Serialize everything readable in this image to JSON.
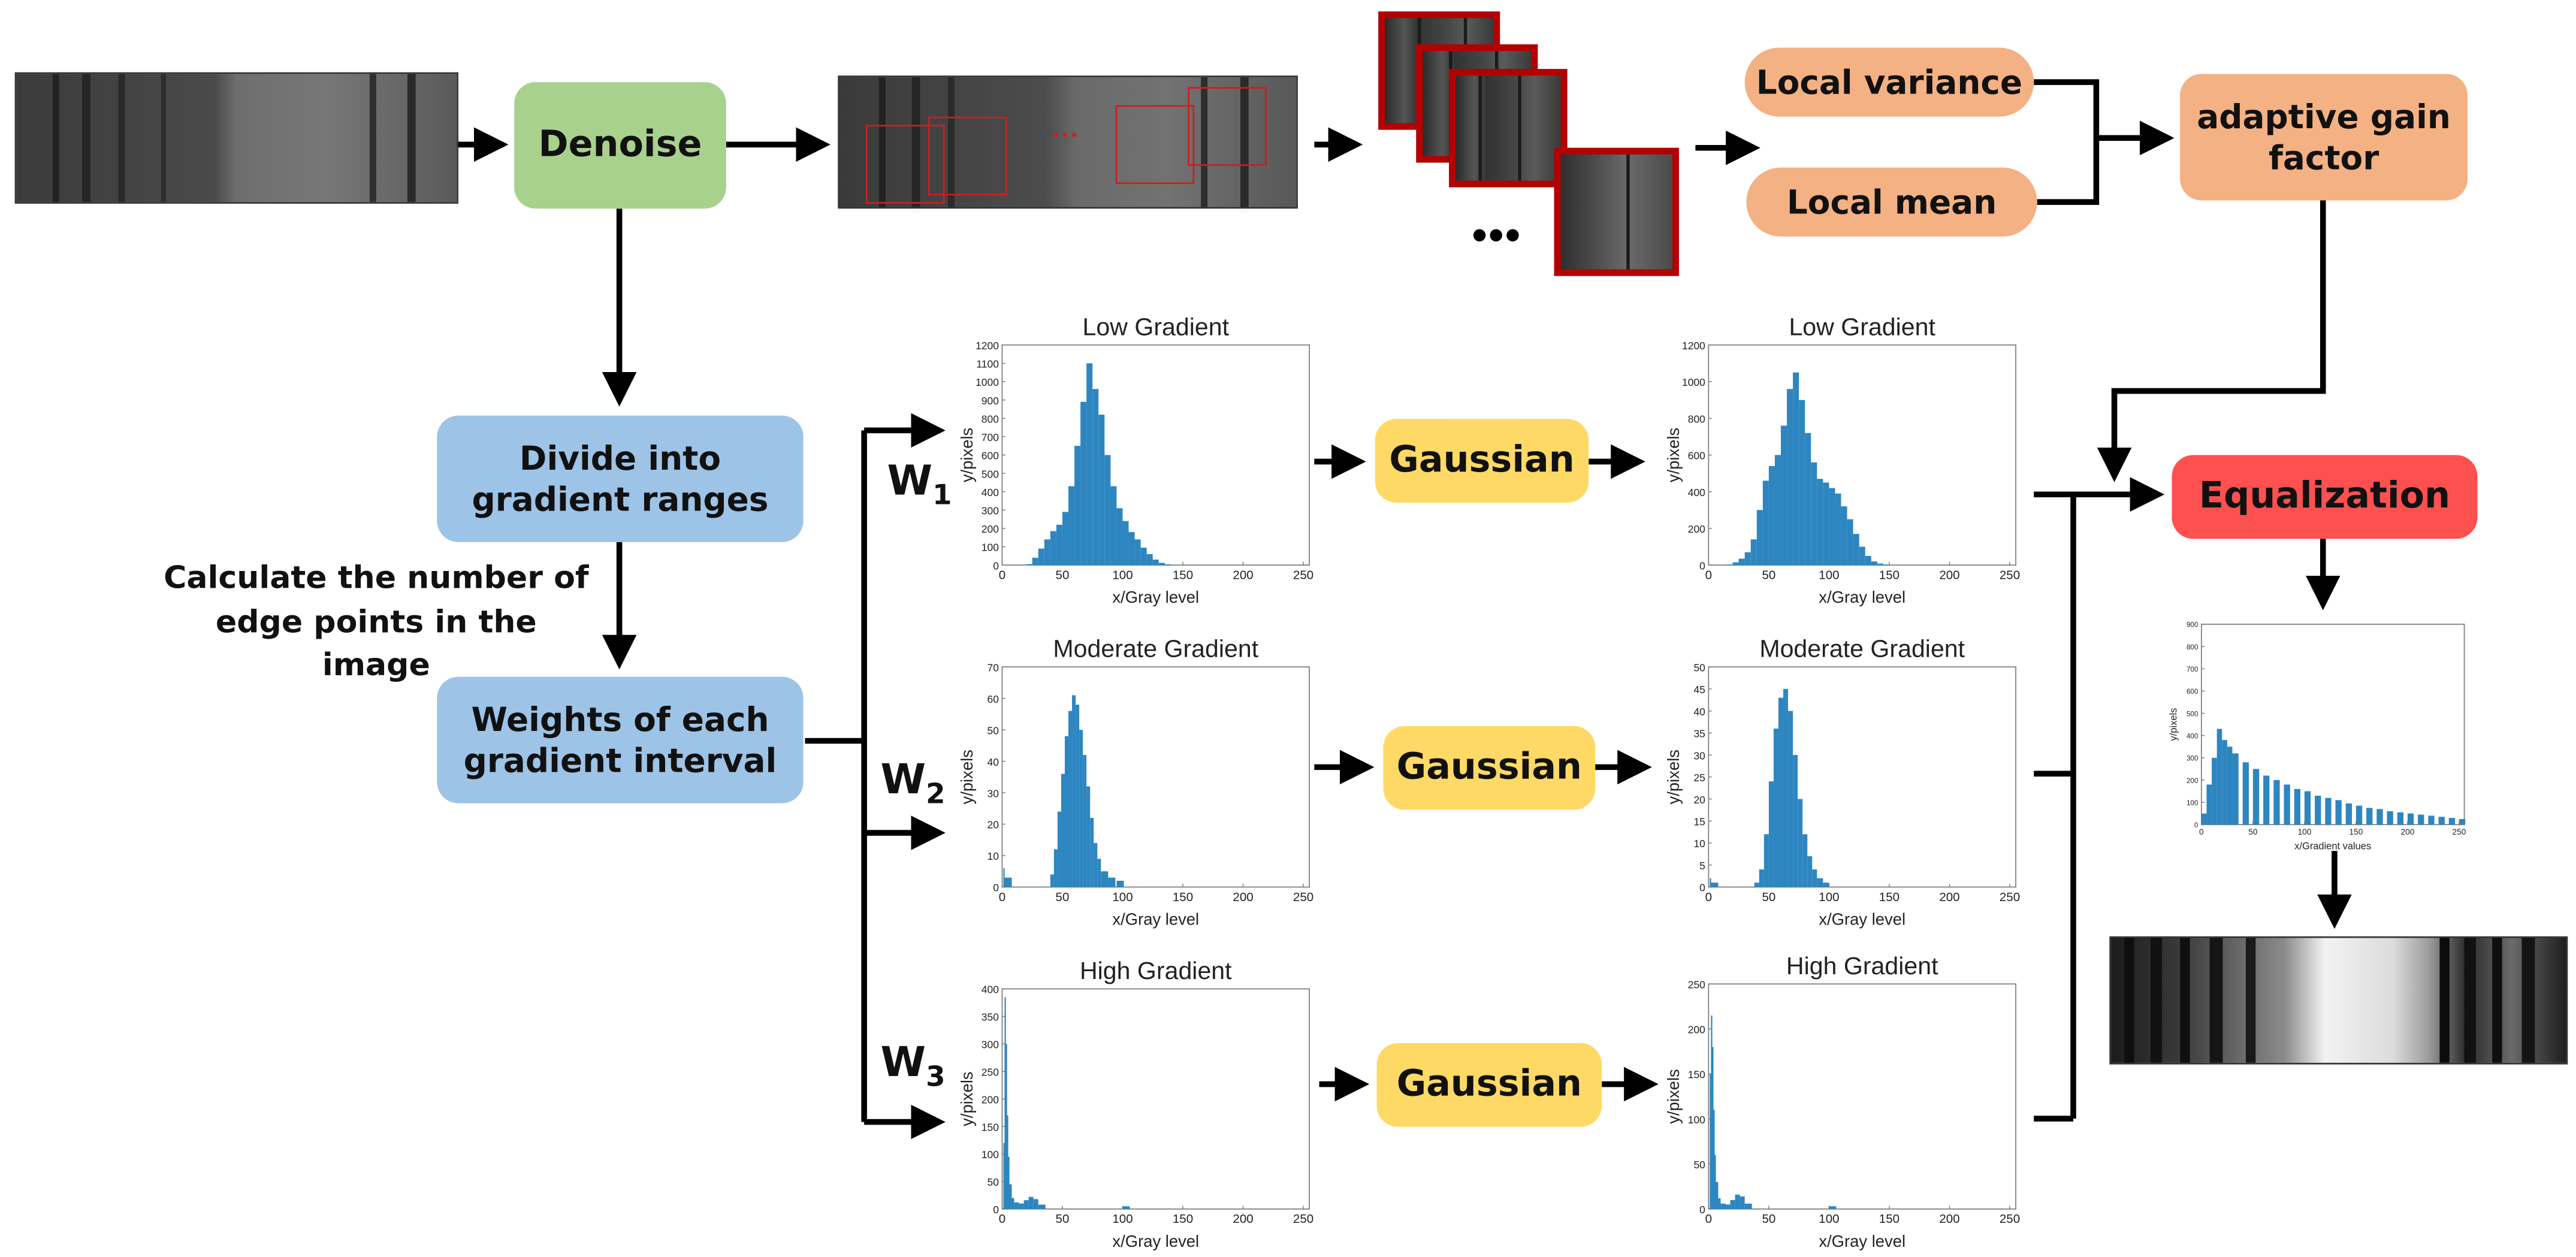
{
  "nodes": {
    "denoise": "Denoise",
    "local_variance": "Local variance",
    "local_mean": "Local mean",
    "gain_line1": "adaptive gain",
    "gain_line2": "factor",
    "divide_line1": "Divide into",
    "divide_line2": "gradient ranges",
    "weights_line1": "Weights of each",
    "weights_line2": "gradient interval",
    "equalization": "Equalization",
    "gaussian_1": "Gaussian",
    "gaussian_2": "Gaussian",
    "gaussian_3": "Gaussian"
  },
  "labels": {
    "calc_line1": "Calculate the number of",
    "calc_line2": "edge points in the image",
    "w1": "W",
    "w1_sub": "1",
    "w2": "W",
    "w2_sub": "2",
    "w3": "W",
    "w3_sub": "3",
    "ellipsis_dots": "• • •",
    "ellipsis_bold": "•••"
  },
  "colors": {
    "green": "#a9d18e",
    "orange": "#f4b183",
    "blue": "#9dc3e6",
    "yellow": "#ffd966",
    "red": "#ff5050",
    "bar": "#2e86c1",
    "patch_border": "#b40000"
  },
  "chart_data": [
    {
      "id": "h1",
      "type": "bar",
      "title": "Low Gradient",
      "xlabel": "x/Gray level",
      "ylabel": "y/pixels",
      "xlim": [
        0,
        255
      ],
      "ylim": [
        0,
        1200
      ],
      "xticks": [
        0,
        50,
        100,
        150,
        200,
        250
      ],
      "yticks": [
        0,
        100,
        200,
        300,
        400,
        500,
        600,
        700,
        800,
        900,
        1000,
        1100,
        1200
      ],
      "x": [
        20,
        25,
        30,
        35,
        40,
        45,
        50,
        55,
        60,
        65,
        70,
        75,
        80,
        85,
        90,
        95,
        100,
        105,
        110,
        115,
        120,
        125,
        130,
        135
      ],
      "values": [
        5,
        40,
        90,
        140,
        185,
        220,
        290,
        430,
        650,
        890,
        1100,
        960,
        820,
        600,
        430,
        310,
        240,
        180,
        140,
        95,
        60,
        30,
        12,
        4
      ]
    },
    {
      "id": "h2",
      "type": "bar",
      "title": "Moderate Gradient",
      "xlabel": "x/Gray level",
      "ylabel": "y/pixels",
      "xlim": [
        0,
        255
      ],
      "ylim": [
        0,
        70
      ],
      "xticks": [
        0,
        50,
        100,
        150,
        200,
        250
      ],
      "yticks": [
        0,
        10,
        20,
        30,
        40,
        50,
        60,
        70
      ],
      "x": [
        1,
        2,
        40,
        43,
        46,
        49,
        52,
        55,
        58,
        61,
        64,
        67,
        70,
        73,
        76,
        79,
        82,
        88,
        95
      ],
      "values": [
        6,
        3,
        4,
        12,
        24,
        36,
        48,
        56,
        61,
        58,
        50,
        42,
        32,
        22,
        14,
        9,
        5,
        3,
        2
      ]
    },
    {
      "id": "h3",
      "type": "bar",
      "title": "High Gradient",
      "xlabel": "x/Gray level",
      "ylabel": "y/pixels",
      "xlim": [
        0,
        255
      ],
      "ylim": [
        0,
        400
      ],
      "xticks": [
        0,
        50,
        100,
        150,
        200,
        250
      ],
      "yticks": [
        0,
        50,
        100,
        150,
        200,
        250,
        300,
        350,
        400
      ],
      "x": [
        1,
        2,
        3,
        4,
        5,
        6,
        8,
        10,
        14,
        18,
        22,
        26,
        30,
        100
      ],
      "values": [
        120,
        385,
        300,
        170,
        95,
        45,
        20,
        12,
        10,
        16,
        22,
        18,
        8,
        5
      ]
    },
    {
      "id": "g1",
      "type": "bar",
      "title": "Low Gradient",
      "xlabel": "x/Gray level",
      "ylabel": "y/pixels",
      "xlim": [
        0,
        255
      ],
      "ylim": [
        0,
        1200
      ],
      "xticks": [
        0,
        50,
        100,
        150,
        200,
        250
      ],
      "yticks": [
        0,
        200,
        400,
        600,
        800,
        1000,
        1200
      ],
      "x": [
        15,
        20,
        25,
        30,
        35,
        40,
        45,
        50,
        55,
        60,
        65,
        70,
        75,
        80,
        85,
        90,
        95,
        100,
        105,
        110,
        115,
        120,
        125,
        130,
        135,
        140,
        145,
        150
      ],
      "values": [
        3,
        15,
        35,
        70,
        140,
        300,
        460,
        540,
        600,
        760,
        960,
        1050,
        900,
        720,
        560,
        470,
        450,
        420,
        390,
        320,
        250,
        170,
        100,
        50,
        20,
        8,
        3,
        1
      ]
    },
    {
      "id": "g2",
      "type": "bar",
      "title": "Moderate Gradient",
      "xlabel": "x/Gray level",
      "ylabel": "y/pixels",
      "xlim": [
        0,
        255
      ],
      "ylim": [
        0,
        50
      ],
      "xticks": [
        0,
        50,
        100,
        150,
        200,
        250
      ],
      "yticks": [
        0,
        5,
        10,
        15,
        20,
        25,
        30,
        35,
        40,
        45,
        50
      ],
      "x": [
        1,
        2,
        38,
        42,
        46,
        50,
        54,
        58,
        62,
        66,
        70,
        74,
        78,
        82,
        86,
        90,
        95
      ],
      "values": [
        2,
        1,
        1,
        4,
        12,
        24,
        36,
        43,
        45,
        40,
        30,
        20,
        12,
        7,
        4,
        2,
        1
      ]
    },
    {
      "id": "g3",
      "type": "bar",
      "title": "High Gradient",
      "xlabel": "x/Gray level",
      "ylabel": "y/pixels",
      "xlim": [
        0,
        255
      ],
      "ylim": [
        0,
        250
      ],
      "xticks": [
        0,
        50,
        100,
        150,
        200,
        250
      ],
      "yticks": [
        0,
        50,
        100,
        150,
        200,
        250
      ],
      "x": [
        1,
        2,
        3,
        4,
        5,
        6,
        8,
        10,
        14,
        18,
        22,
        26,
        30,
        100
      ],
      "values": [
        150,
        215,
        180,
        110,
        60,
        30,
        12,
        6,
        5,
        10,
        16,
        14,
        6,
        3
      ]
    },
    {
      "id": "out",
      "type": "bar",
      "title": "",
      "xlabel": "x/Gradient values",
      "ylabel": "y/pixels",
      "xlim": [
        0,
        255
      ],
      "ylim": [
        0,
        900
      ],
      "xticks": [
        0,
        50,
        100,
        150,
        200,
        250
      ],
      "yticks": [
        0,
        100,
        200,
        300,
        400,
        500,
        600,
        700,
        800,
        900
      ],
      "x": [
        0,
        5,
        10,
        15,
        20,
        25,
        30,
        40,
        50,
        60,
        70,
        80,
        90,
        100,
        110,
        120,
        130,
        140,
        150,
        160,
        170,
        180,
        190,
        200,
        210,
        220,
        230,
        240,
        250
      ],
      "values": [
        50,
        180,
        300,
        430,
        380,
        350,
        320,
        280,
        250,
        220,
        200,
        180,
        160,
        150,
        130,
        120,
        110,
        95,
        85,
        75,
        70,
        60,
        55,
        50,
        45,
        40,
        35,
        30,
        25
      ]
    }
  ]
}
